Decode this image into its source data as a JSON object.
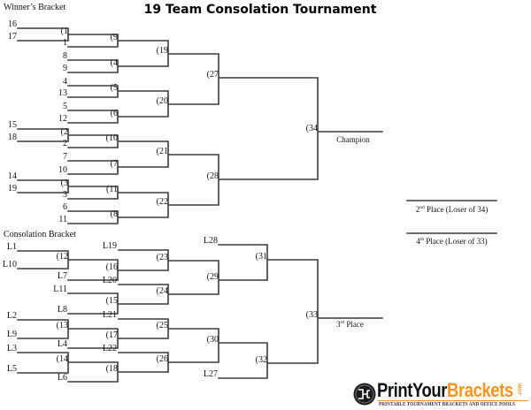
{
  "title": "19 Team Consolation Tournament",
  "colors": {
    "line": "#3a3a3a",
    "brand_orange": "#f7941d",
    "brand_dark": "#111111"
  },
  "winners_bracket": {
    "label": "Winner’s Bracket",
    "round1_entries": [
      "16",
      "17",
      "15",
      "18",
      "14",
      "19"
    ],
    "round2_entries": [
      "1",
      "8",
      "9",
      "4",
      "13",
      "5",
      "12",
      "2",
      "7",
      "10",
      "3",
      "6",
      "11"
    ],
    "matches": {
      "g1": "(1",
      "g2": "(2",
      "g3": "(3",
      "g9": "(9",
      "g4": "(4",
      "g5": "(5",
      "g6": "(6",
      "g10": "(10",
      "g7": "(7",
      "g11": "(11",
      "g8": "(8",
      "g19": "(19",
      "g20": "(20",
      "g21": "(21",
      "g22": "(22",
      "g27": "(27",
      "g28": "(28",
      "g34": "(34"
    }
  },
  "consolation_bracket": {
    "label": "Consolation Bracket",
    "round1_entries": [
      "L1",
      "L10",
      "L2",
      "L9",
      "L3",
      "L5"
    ],
    "round2_entries": [
      "L7",
      "L11",
      "L8",
      "L4",
      "L6"
    ],
    "round3_entries": [
      "L19",
      "L20",
      "L21",
      "L22"
    ],
    "round5_entries": [
      "L28",
      "L27"
    ],
    "matches": {
      "g12": "(12",
      "g13": "(13",
      "g14": "(14",
      "g16": "(16",
      "g15": "(15",
      "g17": "(17",
      "g18": "(18",
      "g23": "(23",
      "g24": "(24",
      "g25": "(25",
      "g26": "(26",
      "g29": "(29",
      "g30": "(30",
      "g31": "(31",
      "g32": "(32",
      "g33": "(33"
    }
  },
  "results": {
    "champion": "Champion",
    "second_place": {
      "number": "2",
      "suffix": "nd",
      "text": " Place (Loser of 34)"
    },
    "third_place": {
      "number": "3",
      "suffix": "rd",
      "text": " Place"
    },
    "fourth_place": {
      "number": "4",
      "suffix": "th",
      "text": " Place (Loser of 33)"
    }
  },
  "logo": {
    "print_your": "PrintYour",
    "brackets": "Brackets",
    "dotcom": ".com",
    "tagline": "PRINTABLE TOURNAMENT BRACKETS AND OFFICE POOLS",
    "icon": "bracket-circle-icon"
  }
}
